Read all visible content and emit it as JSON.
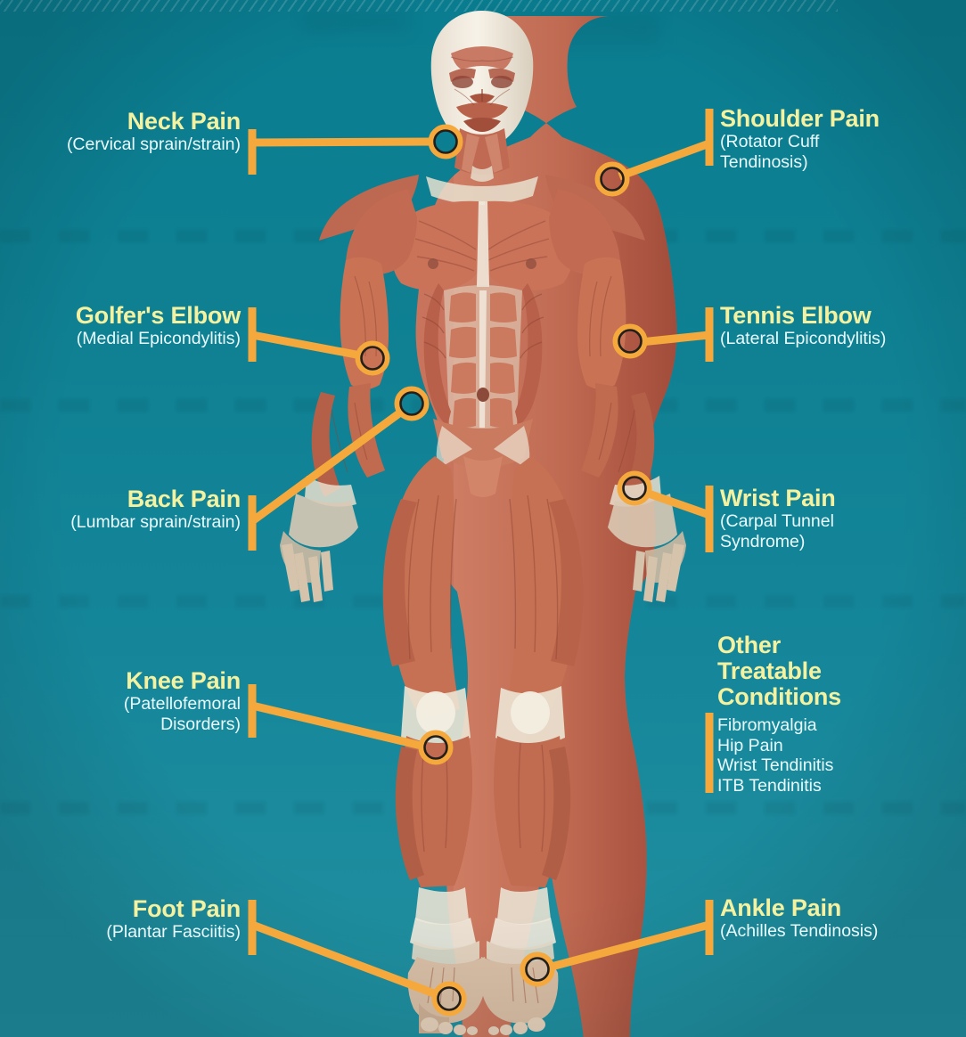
{
  "theme": {
    "background_teal": "#0d7f91",
    "accent_orange": "#f5a83c",
    "title_yellow": "#f4f2a0",
    "subtitle_white": "#eafcff"
  },
  "figure": {
    "alt": "anterior view of human muscular system anatomy illustration"
  },
  "labels": [
    {
      "id": "neck",
      "title": "Neck Pain",
      "sub": "(Cervical sprain/strain)",
      "side": "left"
    },
    {
      "id": "shoulder",
      "title": "Shoulder Pain",
      "sub": "(Rotator Cuff\nTendinosis)",
      "side": "right"
    },
    {
      "id": "golfers",
      "title": "Golfer's Elbow",
      "sub": "(Medial Epicondylitis)",
      "side": "left"
    },
    {
      "id": "tennis",
      "title": "Tennis Elbow",
      "sub": "(Lateral Epicondylitis)",
      "side": "right"
    },
    {
      "id": "back",
      "title": "Back Pain",
      "sub": "(Lumbar sprain/strain)",
      "side": "left"
    },
    {
      "id": "wrist",
      "title": "Wrist Pain",
      "sub": "(Carpal Tunnel\nSyndrome)",
      "side": "right"
    },
    {
      "id": "knee",
      "title": "Knee Pain",
      "sub": "(Patellofemoral\nDisorders)",
      "side": "left"
    },
    {
      "id": "foot",
      "title": "Foot Pain",
      "sub": "(Plantar Fasciitis)",
      "side": "left"
    },
    {
      "id": "ankle",
      "title": "Ankle Pain",
      "sub": "(Achilles Tendinosis)",
      "side": "right"
    }
  ],
  "label_text": {
    "neck": {
      "title": "Neck Pain",
      "sub": "(Cervical sprain/strain)"
    },
    "shoulder": {
      "title": "Shoulder Pain",
      "sub1": "(Rotator Cuff",
      "sub2": "Tendinosis)"
    },
    "golfers": {
      "title": "Golfer's Elbow",
      "sub": "(Medial Epicondylitis)"
    },
    "tennis": {
      "title": "Tennis Elbow",
      "sub": "(Lateral Epicondylitis)"
    },
    "back": {
      "title": "Back Pain",
      "sub": "(Lumbar sprain/strain)"
    },
    "wrist": {
      "title": "Wrist Pain",
      "sub1": "(Carpal Tunnel",
      "sub2": "Syndrome)"
    },
    "knee": {
      "title": "Knee Pain",
      "sub1": "(Patellofemoral",
      "sub2": "Disorders)"
    },
    "foot": {
      "title": "Foot Pain",
      "sub": "(Plantar Fasciitis)"
    },
    "ankle": {
      "title": "Ankle Pain",
      "sub": "(Achilles Tendinosis)"
    }
  },
  "other_conditions": {
    "title_line1": "Other",
    "title_line2": "Treatable",
    "title_line3": "Conditions",
    "items": [
      "Fibromyalgia",
      "Hip Pain",
      "Wrist Tendinitis",
      "ITB Tendinitis"
    ]
  }
}
